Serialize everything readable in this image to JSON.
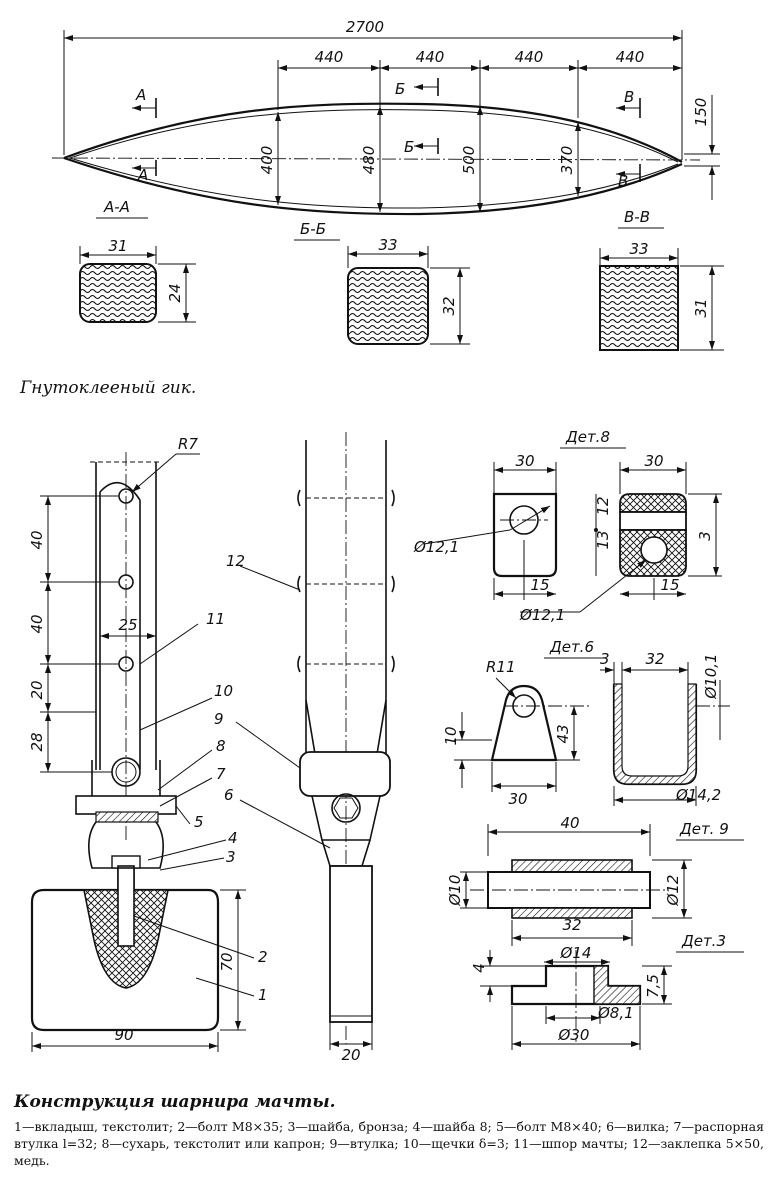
{
  "boom": {
    "caption": "Гнутоклееный гик.",
    "overall_length": "2700",
    "spacing": [
      "440",
      "440",
      "440",
      "440"
    ],
    "heights": [
      "400",
      "480",
      "500",
      "370"
    ],
    "end_height": "150",
    "section_marks": [
      "А",
      "А",
      "Б",
      "Б",
      "В",
      "В"
    ],
    "sections": [
      {
        "title": "А-А",
        "width": "31",
        "height": "24"
      },
      {
        "title": "Б-Б",
        "width": "33",
        "height": "32"
      },
      {
        "title": "В-В",
        "width": "33",
        "height": "31"
      }
    ]
  },
  "joint": {
    "caption": "Конструкция шарнира мачты.",
    "side_dims": [
      "40",
      "40",
      "20",
      "28"
    ],
    "width_25": "25",
    "radius": "R7",
    "base_width": "90",
    "base_height": "70",
    "front_width": "20",
    "callouts": [
      "1",
      "2",
      "3",
      "4",
      "5",
      "6",
      "7",
      "8",
      "9",
      "10",
      "11",
      "12"
    ]
  },
  "det8": {
    "title": "Дет.8",
    "w1": "30",
    "w2": "30",
    "hole": "Ø12,1",
    "hole2": "Ø12,1",
    "off1": "15",
    "off2": "15",
    "h13": "13",
    "h12": "12",
    "h3": "3"
  },
  "det6": {
    "title": "Дет.6",
    "radius": "R11",
    "h10": "10",
    "h43": "43",
    "w30": "30",
    "t3": "3",
    "w32": "32",
    "d101": "Ø10,1",
    "d142": "Ø14,2"
  },
  "det9": {
    "title": "Дет. 9",
    "len": "40",
    "d10": "Ø10",
    "d12": "Ø12",
    "len32": "32"
  },
  "det3": {
    "title": "Дет.3",
    "d14": "Ø14",
    "h4": "4",
    "h75": "7,5",
    "d81": "Ø8,1",
    "d30": "Ø30"
  },
  "legend": {
    "text": "1—вкладыш, текстолит; 2—болт М8×35; 3—шайба, бронза; 4—шайба 8; 5—болт М8×40; 6—вилка; 7—распорная втулка l=32; 8—сухарь, текстолит или капрон; 9—втулка; 10—щечки δ=3; 11—шпор мачты; 12—заклепка 5×50, медь."
  }
}
